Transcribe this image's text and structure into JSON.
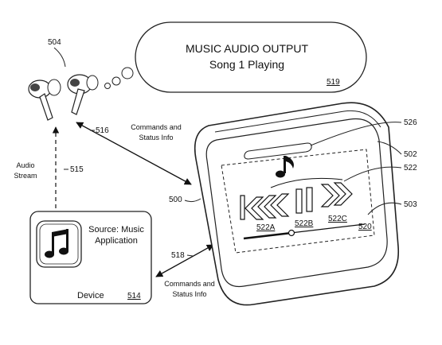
{
  "cloud": {
    "title": "MUSIC AUDIO OUTPUT",
    "subtitle": "Song 1 Playing",
    "ref": "519"
  },
  "earbuds": {
    "ref": "504"
  },
  "labels": {
    "commands_top_line1": "Commands and",
    "commands_top_line2": "Status Info",
    "commands_bottom_line1": "Commands and",
    "commands_bottom_line2": "Status Info",
    "audio_line1": "Audio",
    "audio_line2": "Stream"
  },
  "refs": {
    "r516": "516",
    "r515": "515",
    "r518": "518",
    "r500": "500",
    "r526": "526",
    "r502": "502",
    "r522": "522",
    "r503": "503",
    "r520": "520",
    "r522a": "522A",
    "r522b": "522B",
    "r522c": "522C"
  },
  "device": {
    "source_line1": "Source: Music",
    "source_line2": "Application",
    "label": "Device",
    "ref": "514"
  },
  "icons": [
    "music-note-icon",
    "previous-track-icon",
    "pause-icon",
    "next-track-icon",
    "earbud-icon",
    "music-app-icon"
  ]
}
